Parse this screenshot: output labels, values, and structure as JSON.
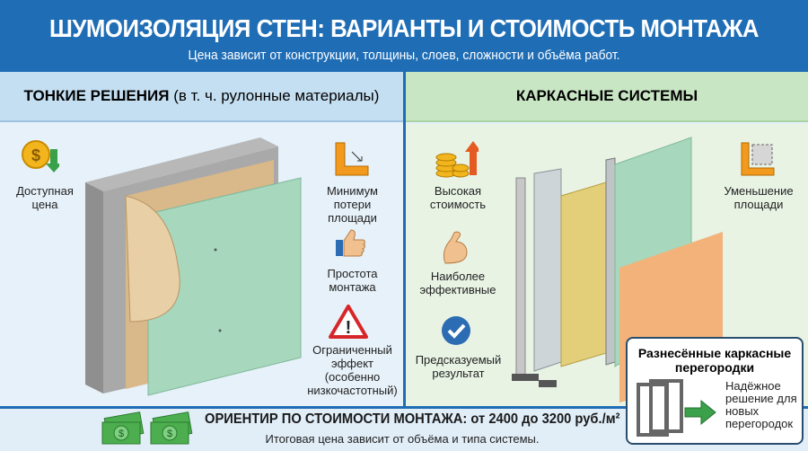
{
  "header": {
    "title": "ШУМОИЗОЛЯЦИЯ СТЕН: ВАРИАНТЫ И СТОИМОСТЬ МОНТАЖА",
    "subtitle": "Цена зависит от конструкции, толщины, слоев, сложности и объёма работ."
  },
  "left": {
    "title": "ТОНКИЕ РЕШЕНИЯ",
    "title_note": "(в т. ч. рулонные материалы)",
    "features": [
      {
        "icon": "dollar-down-icon",
        "label": "Доступная цена"
      },
      {
        "icon": "ruler-corner-icon",
        "label": "Минимум потери площади"
      },
      {
        "icon": "thumbs-up-icon",
        "label": "Простота монтажа"
      },
      {
        "icon": "warning-icon",
        "label": "Ограниченный эффект (особенно низкочастотный)"
      }
    ]
  },
  "right": {
    "title": "КАРКАСНЫЕ СИСТЕМЫ",
    "features": [
      {
        "icon": "coins-up-icon",
        "label": "Высокая стоимость"
      },
      {
        "icon": "muscle-icon",
        "label": "Наиболее эффективные"
      },
      {
        "icon": "check-circle-icon",
        "label": "Предсказуемый результат"
      },
      {
        "icon": "area-reduce-icon",
        "label": "Уменьшение площади"
      }
    ],
    "callout": {
      "title": "Разнесённые каркасные перегородки",
      "text": "Надёжное решение для новых перегородок"
    }
  },
  "footer": {
    "cost": "ОРИЕНТИР ПО СТОИМОСТИ МОНТАЖА: от 2400 до 3200 руб./м²",
    "note": "Итоговая цена зависит от объёма и типа системы."
  },
  "colors": {
    "header": "#1f6db5",
    "left_band": "#c5dff2",
    "right_band": "#c8e6c4",
    "accent_green": "#3aa14a"
  }
}
